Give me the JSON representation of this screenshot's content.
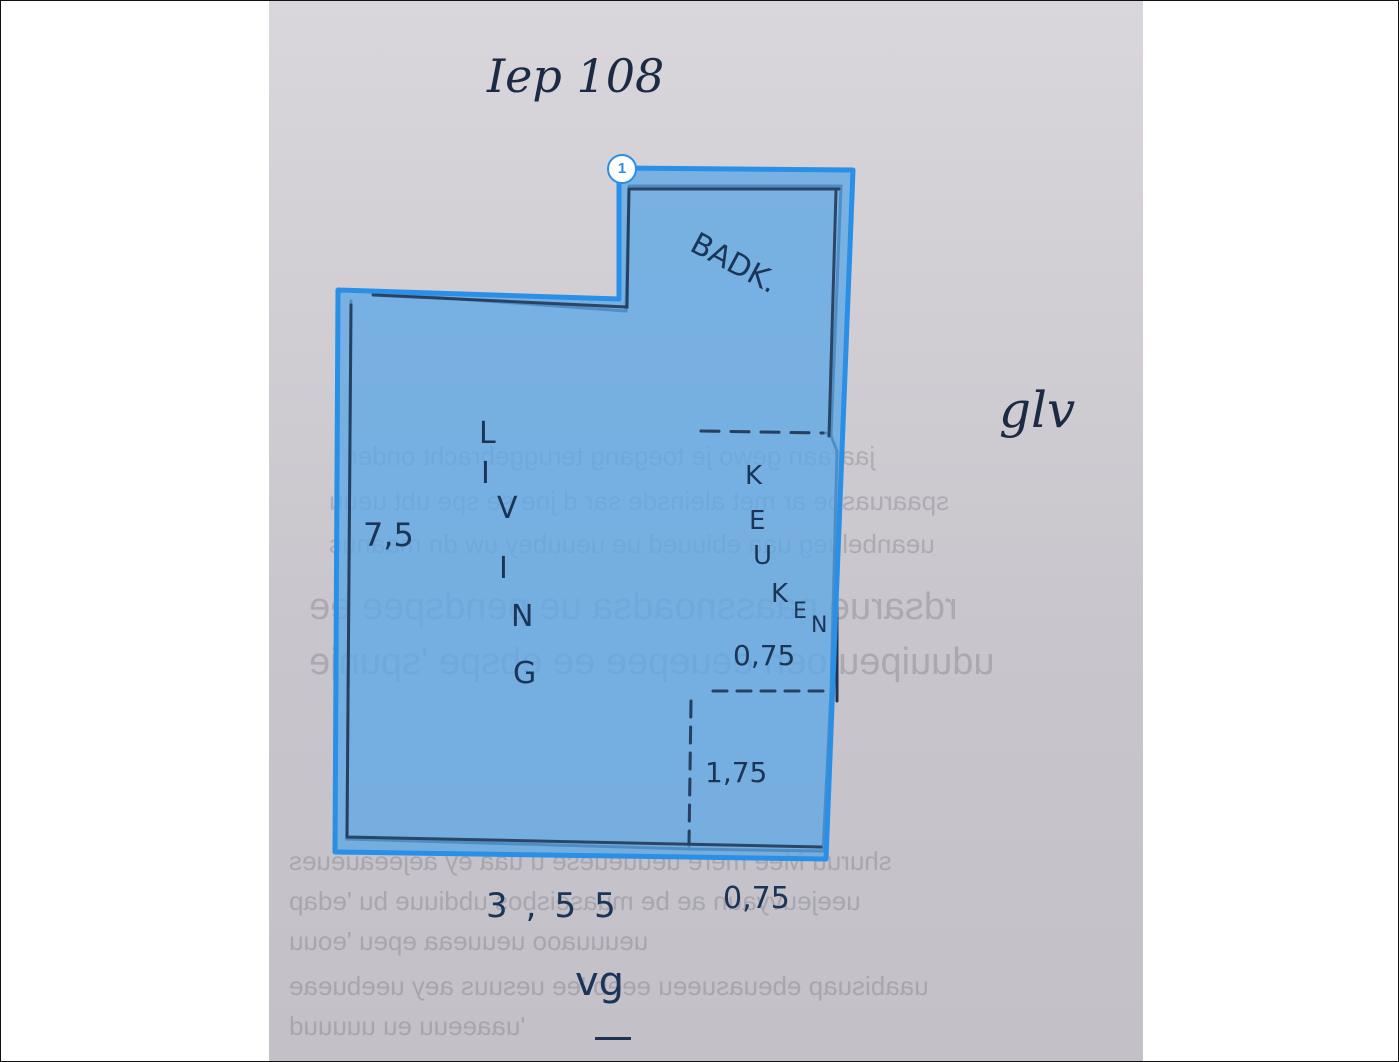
{
  "photo": {
    "title_handwriting": "Iep 108",
    "side_note": "glv",
    "rooms": {
      "bathroom": "BADK.",
      "living_vertical": [
        "L",
        "I",
        "V",
        "I",
        "N",
        "G"
      ],
      "living_dimension": "7,5",
      "kitchen_vertical": [
        "K",
        "E",
        "U",
        "K",
        "E",
        "N"
      ],
      "kitchen_dimension": "0,75",
      "small_room_dimension": "1,75"
    },
    "bottom_dims": {
      "left": "3,55",
      "right": "0,75",
      "bottom_mark": "vg"
    }
  },
  "annotation": {
    "region_number": "1",
    "fill_color": "#5ea8e6",
    "stroke_color": "#2a8fe6"
  }
}
